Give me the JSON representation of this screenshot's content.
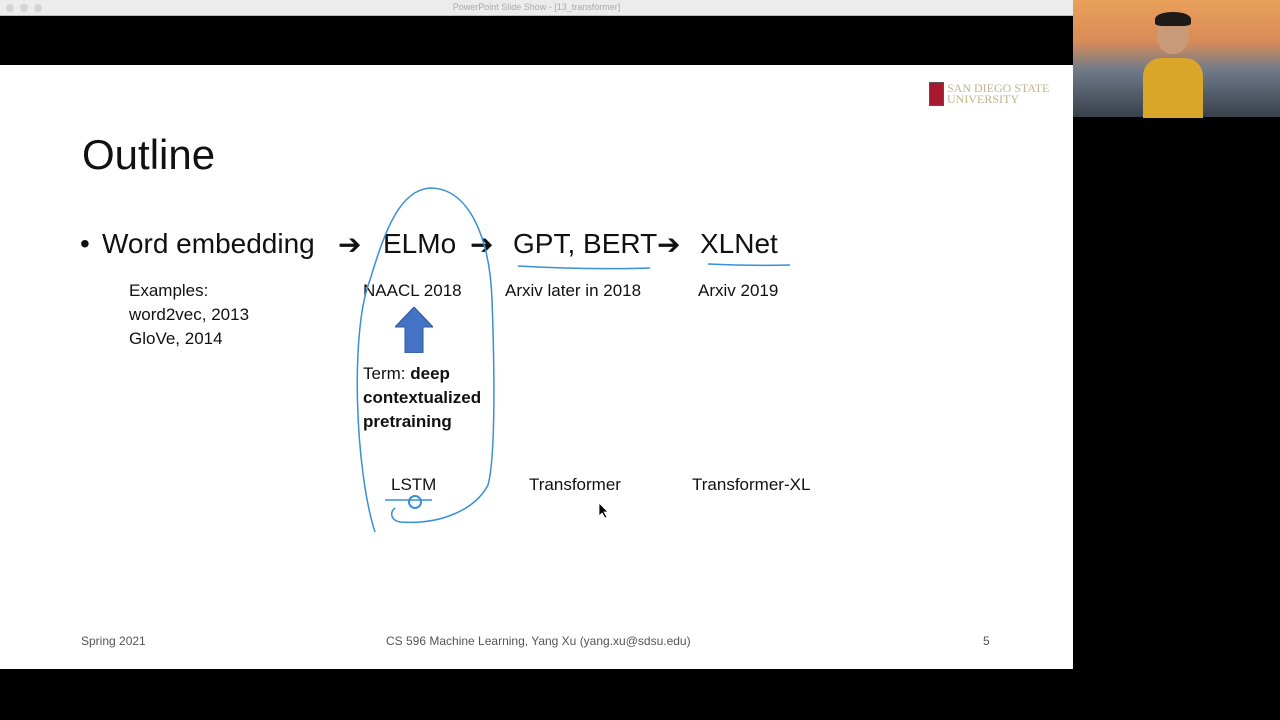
{
  "window": {
    "title": "PowerPoint Slide Show - [13_transformer]"
  },
  "slide": {
    "title": "Outline",
    "bullet": "•",
    "chain": [
      "Word embedding",
      "➔",
      "ELMo",
      "➔",
      "GPT, BERT",
      "➔",
      "XLNet"
    ],
    "examples": [
      "Examples:",
      "word2vec, 2013",
      "GloVe, 2014"
    ],
    "venues": [
      "NAACL 2018",
      "Arxiv later in 2018",
      "Arxiv 2019"
    ],
    "term_label": "Term: ",
    "term_bold": [
      "deep",
      "contextualized",
      "pretraining"
    ],
    "architectures": [
      "LSTM",
      "Transformer",
      "Transformer-XL"
    ],
    "logo": [
      "San Diego State",
      "University"
    ],
    "footer": {
      "left": "Spring 2021",
      "center": "CS 596 Machine Learning, Yang Xu (yang.xu@sdsu.edu)",
      "page": "5"
    }
  },
  "colors": {
    "annotation": "#3a8fd6",
    "arrow": "#4472c4"
  }
}
